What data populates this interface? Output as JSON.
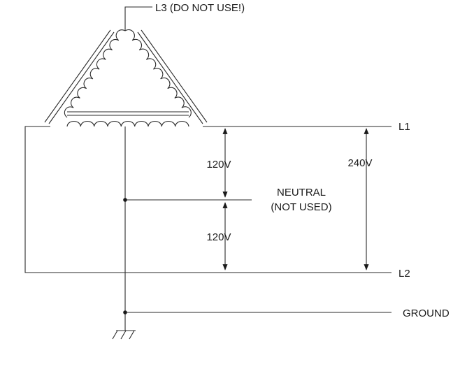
{
  "labels": {
    "l3": "L3 (DO NOT USE!)",
    "l1": "L1",
    "l2": "L2",
    "neutral_line1": "NEUTRAL",
    "neutral_line2": "(NOT USED)",
    "ground": "GROUND",
    "v_upper": "120V",
    "v_lower": "120V",
    "v_total": "240V"
  }
}
